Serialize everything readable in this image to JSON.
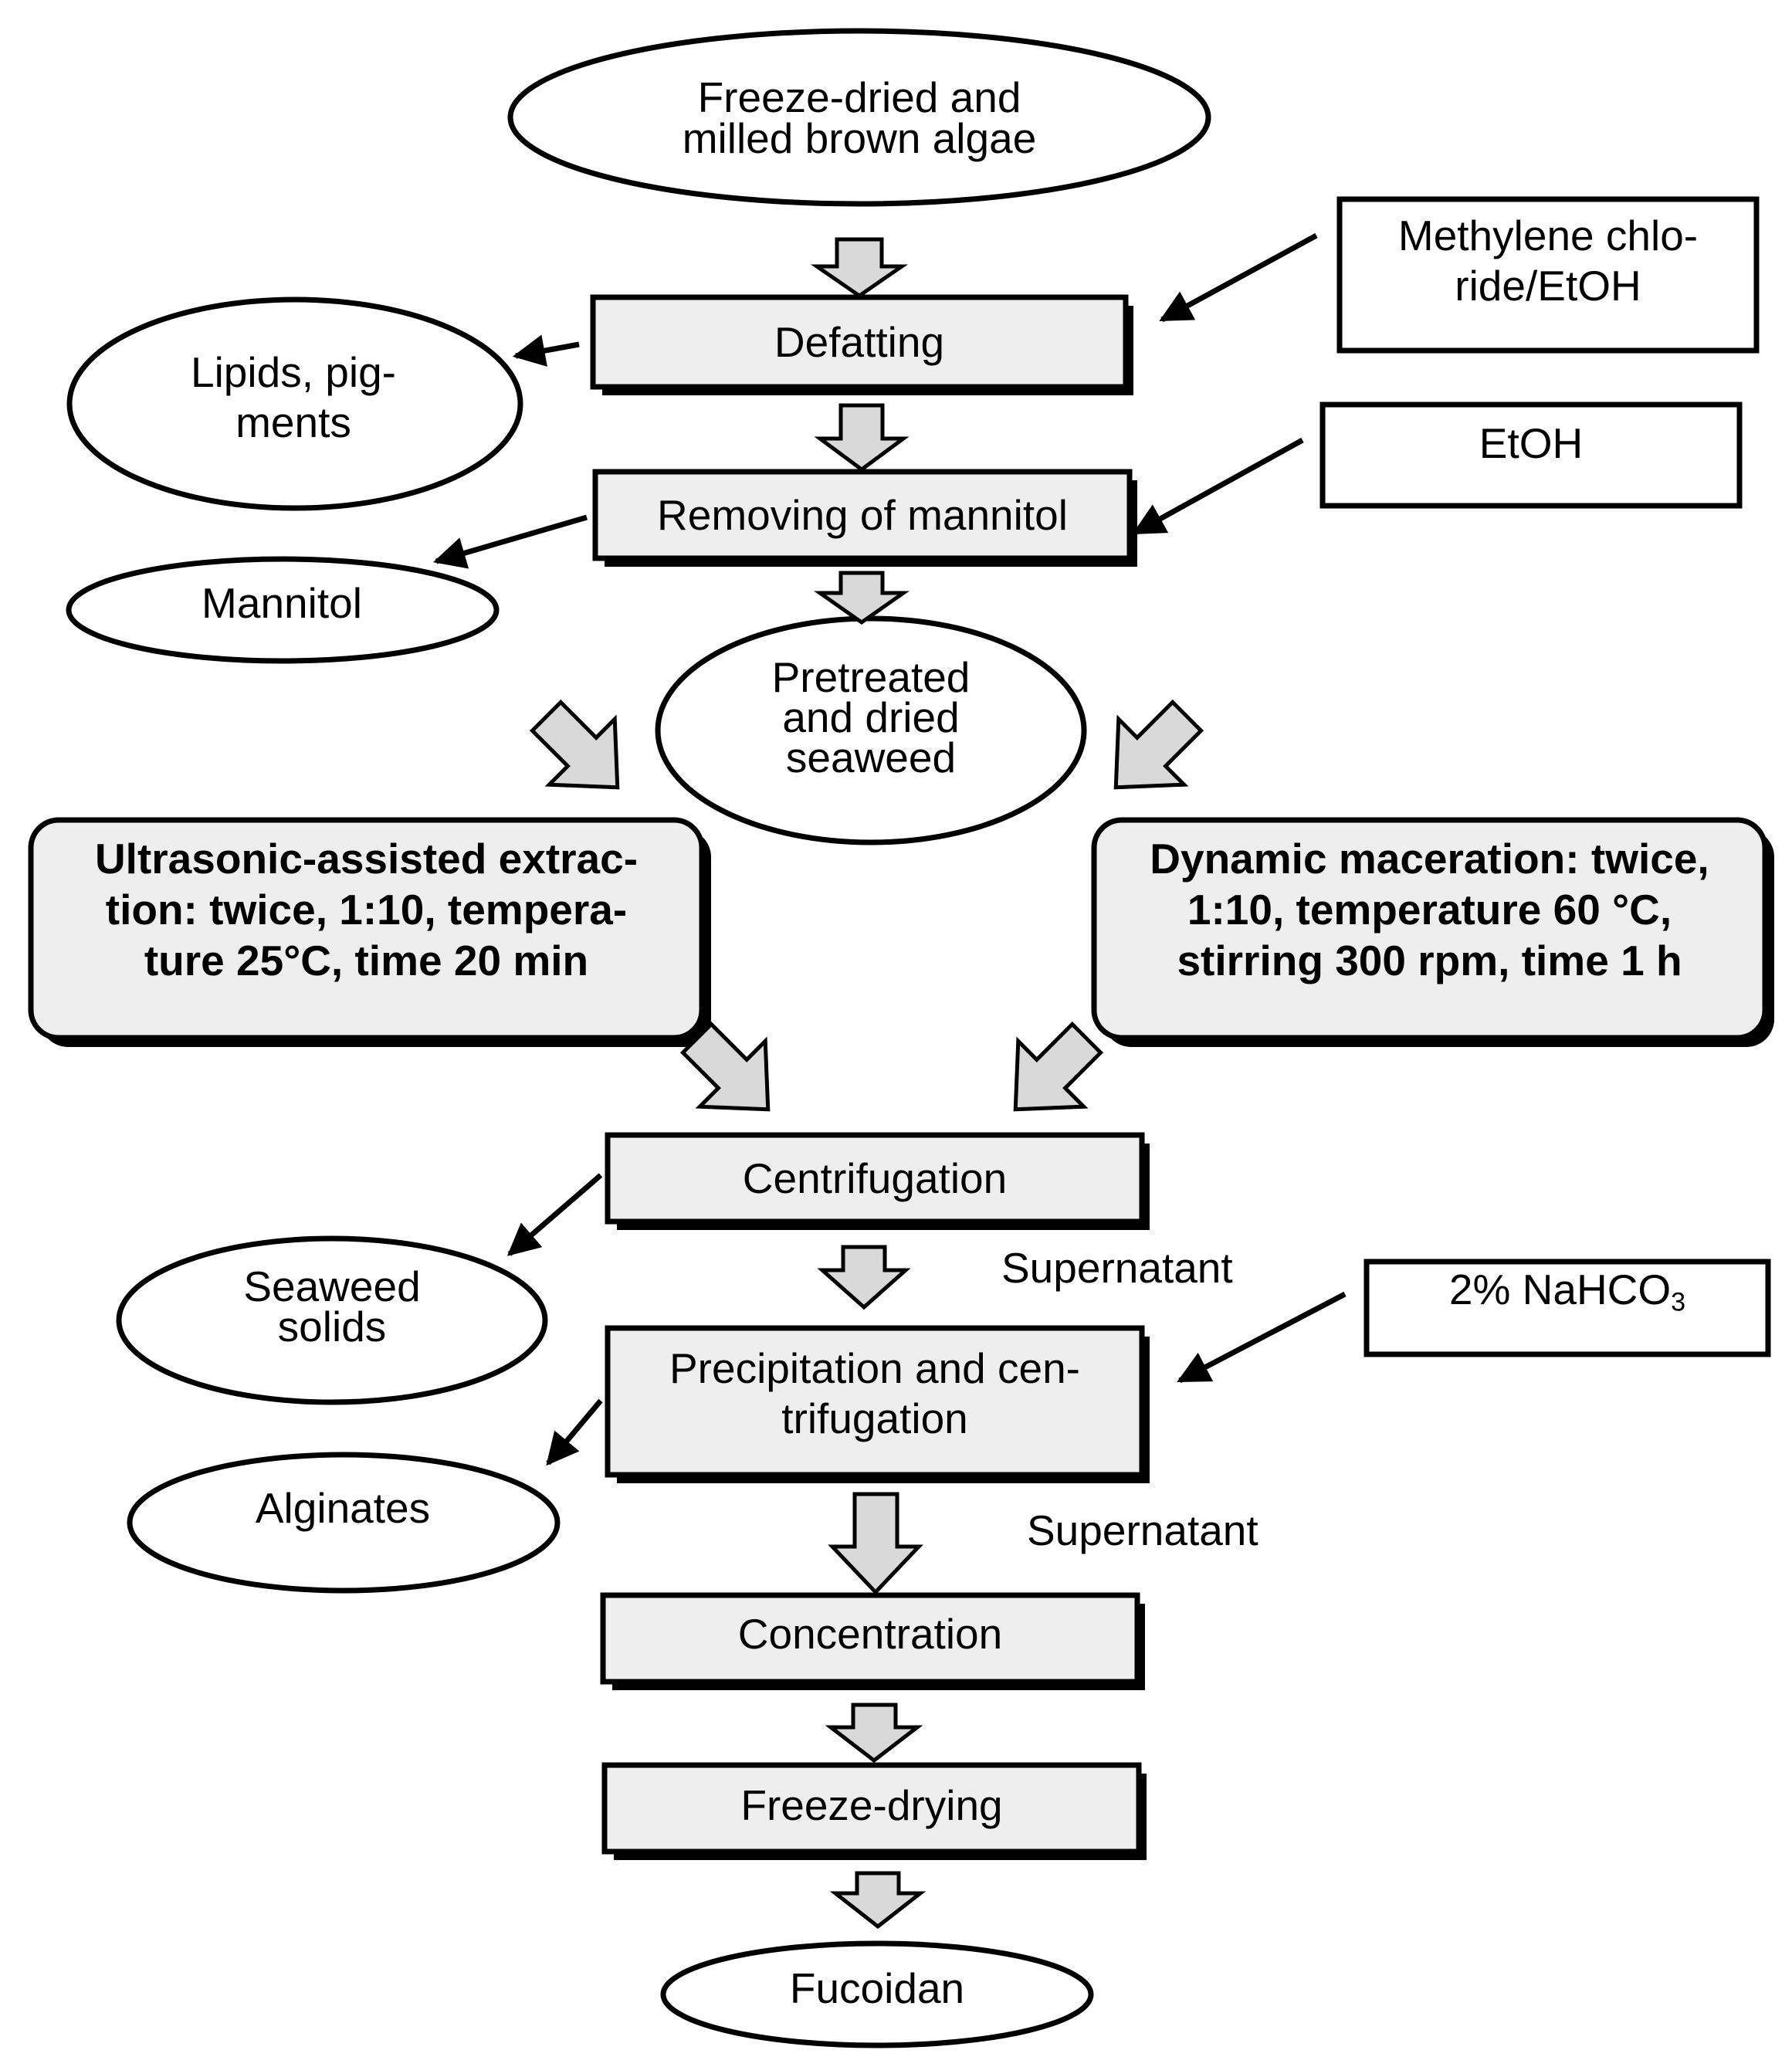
{
  "nodes": {
    "start": [
      "Freeze-dried and",
      "milled brown algae"
    ],
    "defatting": "Defatting",
    "solvent1": [
      "Methylene chlo-",
      "ride/EtOH"
    ],
    "lipids": [
      "Lipids, pig-",
      "ments"
    ],
    "removing_mannitol": "Removing of mannitol",
    "solvent2": "EtOH",
    "mannitol": "Mannitol",
    "pretreated": [
      "Pretreated",
      "and dried",
      "seaweed"
    ],
    "uae": [
      "Ultrasonic-assisted extrac-",
      "tion: twice, 1:10, tempera-",
      "ture 25°C, time 20 min"
    ],
    "maceration": [
      "Dynamic maceration: twice,",
      "1:10, temperature 60 °C,",
      "stirring 300 rpm, time 1 h"
    ],
    "centrifugation": "Centrifugation",
    "supernatant1": "Supernatant",
    "seaweed_solids": [
      "Seaweed",
      "solids"
    ],
    "reagent": {
      "prefix": "2% NaHCO",
      "subscript": "3"
    },
    "precipitation": [
      "Precipitation and cen-",
      "trifugation"
    ],
    "alginates": "Alginates",
    "supernatant2": "Supernatant",
    "concentration": "Concentration",
    "freeze_drying": "Freeze-drying",
    "product": "Fucoidan"
  },
  "colors": {
    "box_fill": "#eeeeee",
    "arrow_fill": "#d9d9d9",
    "stroke": "#000000"
  }
}
